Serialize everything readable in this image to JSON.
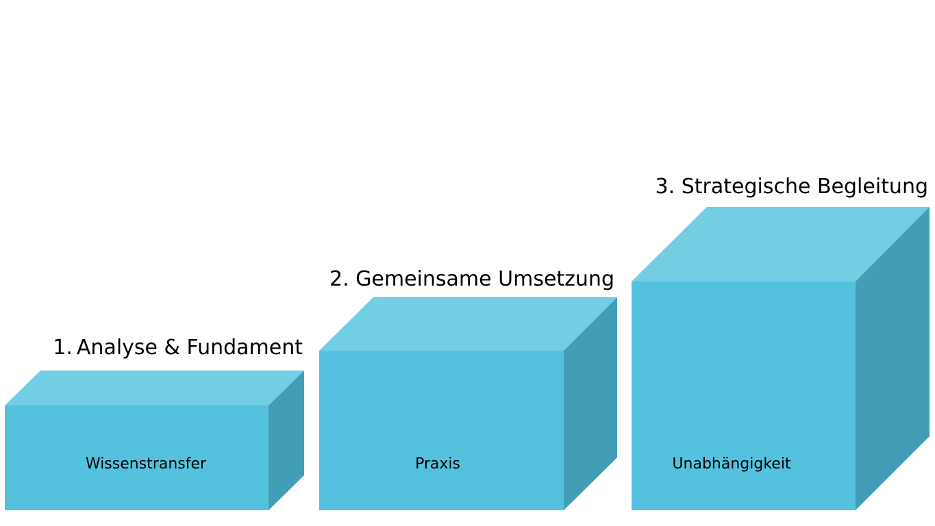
{
  "colors": {
    "front": "#54c2de",
    "top": "#73cee4",
    "side": "#429eb6",
    "background": "#ffffff",
    "text": "#000000"
  },
  "steps": [
    {
      "title": "1. Analyse & Fundament",
      "label": "Wissenstransfer"
    },
    {
      "title": "2. Gemeinsame Umsetzung",
      "label": "Praxis"
    },
    {
      "title": "3. Strategische Begleitung",
      "label": "Unabhängigkeit"
    }
  ]
}
